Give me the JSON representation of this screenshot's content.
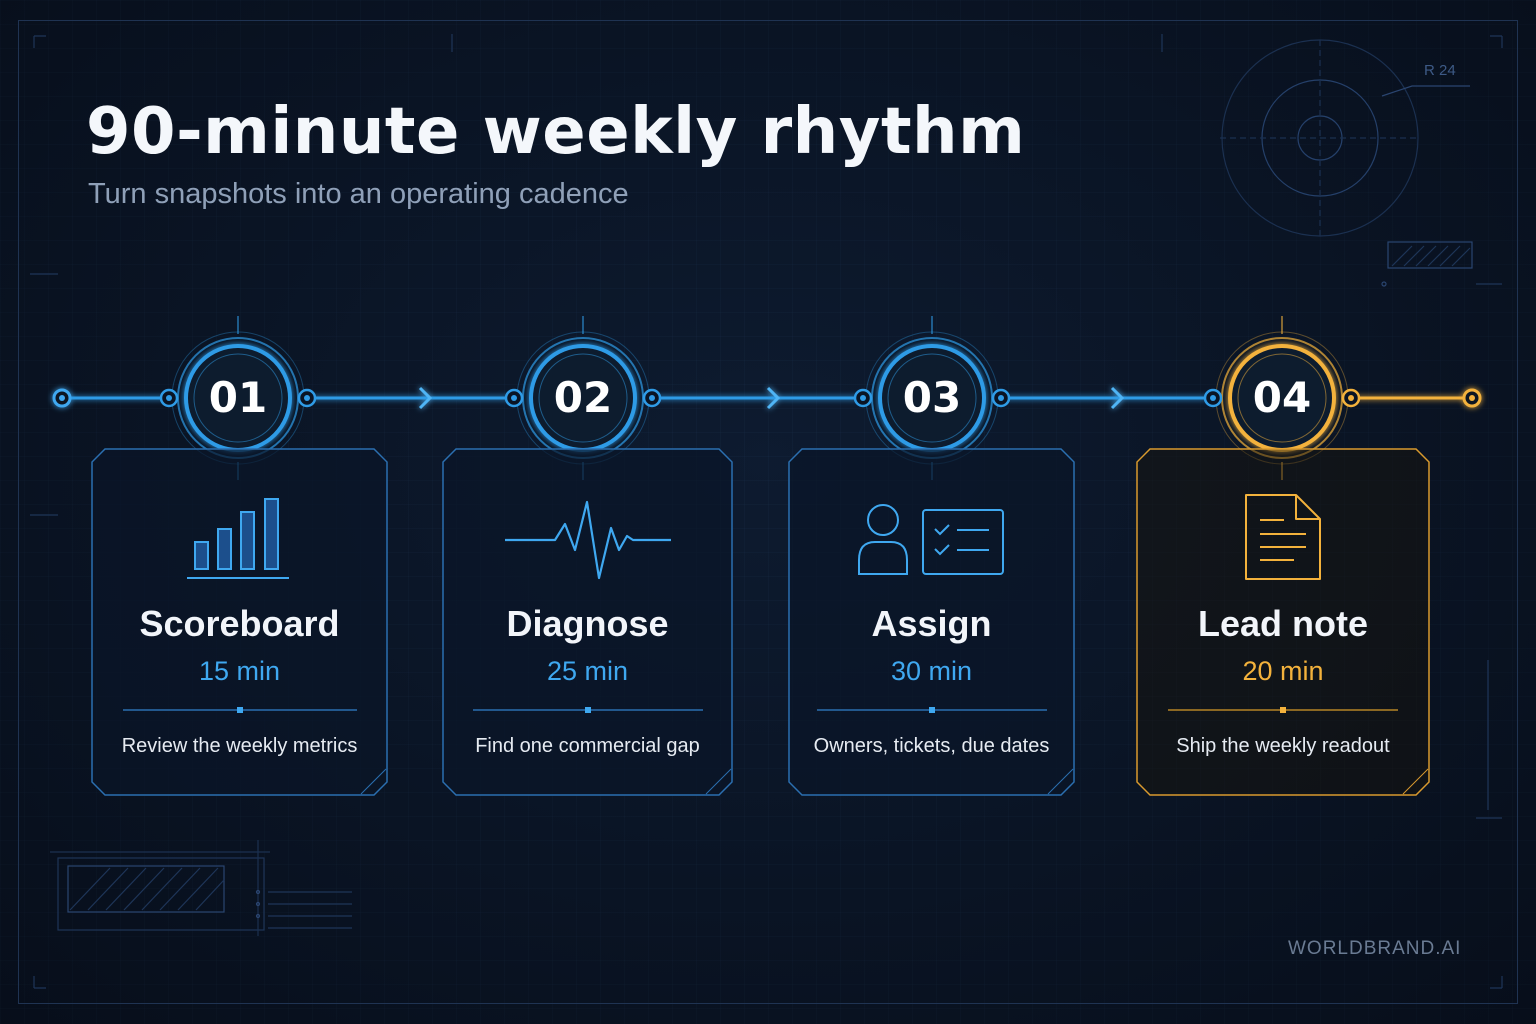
{
  "header": {
    "title": "90-minute weekly rhythm",
    "subtitle": "Turn snapshots into an operating cadence"
  },
  "decor": {
    "radius_label": "R 24"
  },
  "steps": [
    {
      "number": "01",
      "title": "Scoreboard",
      "duration": "15 min",
      "description": "Review the weekly metrics",
      "icon": "bar-chart-icon",
      "accent": "#2f9be6"
    },
    {
      "number": "02",
      "title": "Diagnose",
      "duration": "25 min",
      "description": "Find one commercial gap",
      "icon": "pulse-icon",
      "accent": "#2f9be6"
    },
    {
      "number": "03",
      "title": "Assign",
      "duration": "30 min",
      "description": "Owners, tickets, due dates",
      "icon": "user-checklist-icon",
      "accent": "#2f9be6"
    },
    {
      "number": "04",
      "title": "Lead note",
      "duration": "20 min",
      "description": "Ship the weekly readout",
      "icon": "document-icon",
      "accent": "#f3b23c"
    }
  ],
  "footer": {
    "brand": "WORLDBRAND.AI"
  },
  "colors": {
    "background": "#0a1424",
    "blue_accent": "#2f9be6",
    "gold_accent": "#f3b23c"
  }
}
